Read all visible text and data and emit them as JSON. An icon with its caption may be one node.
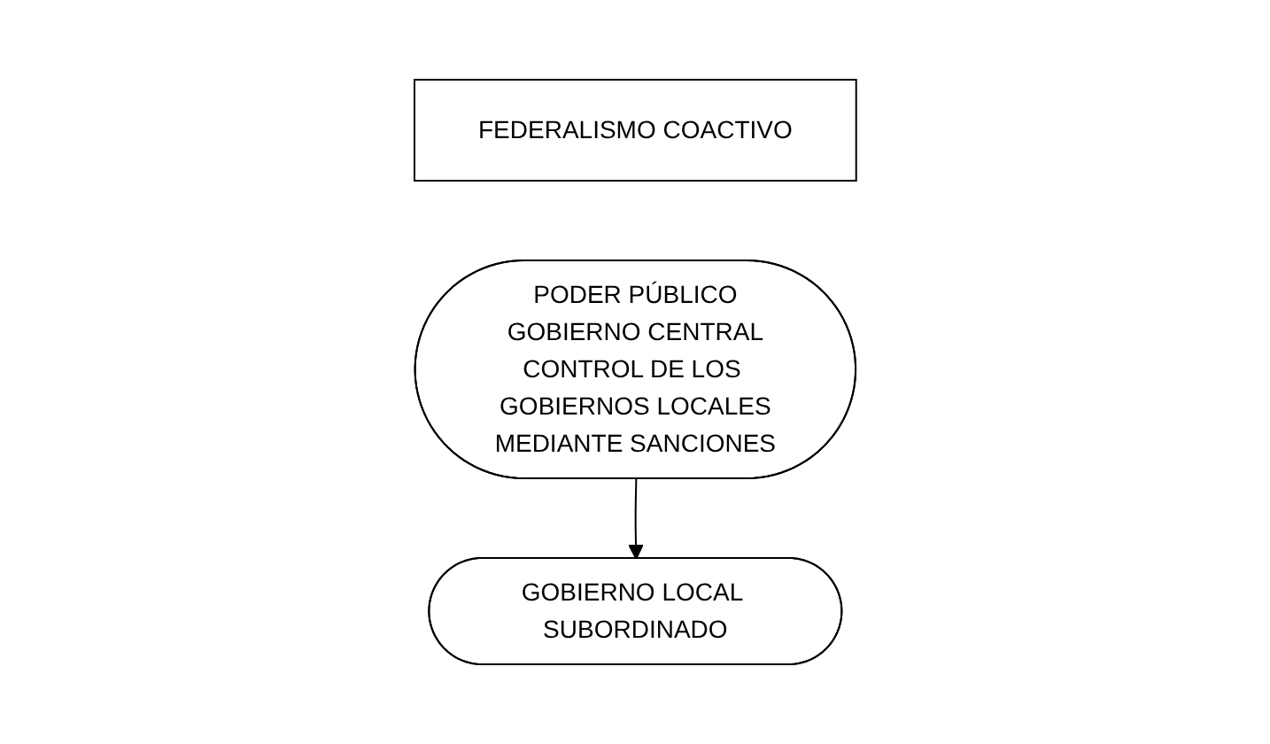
{
  "diagram": {
    "nodes": [
      {
        "text": [
          "FEDERALISMO COACTIVO"
        ]
      },
      {
        "text": [
          "PODER PÚBLICO",
          "GOBIERNO CENTRAL",
          "CONTROL DE LOS GOBIERNOS LOCALES",
          "MEDIANTE SANCIONES"
        ]
      },
      {
        "text": [
          "GOBIERNO LOCAL SUBORDINADO"
        ]
      }
    ],
    "edges": [
      {
        "from": 1,
        "to": 2,
        "arrow": "to"
      }
    ]
  }
}
